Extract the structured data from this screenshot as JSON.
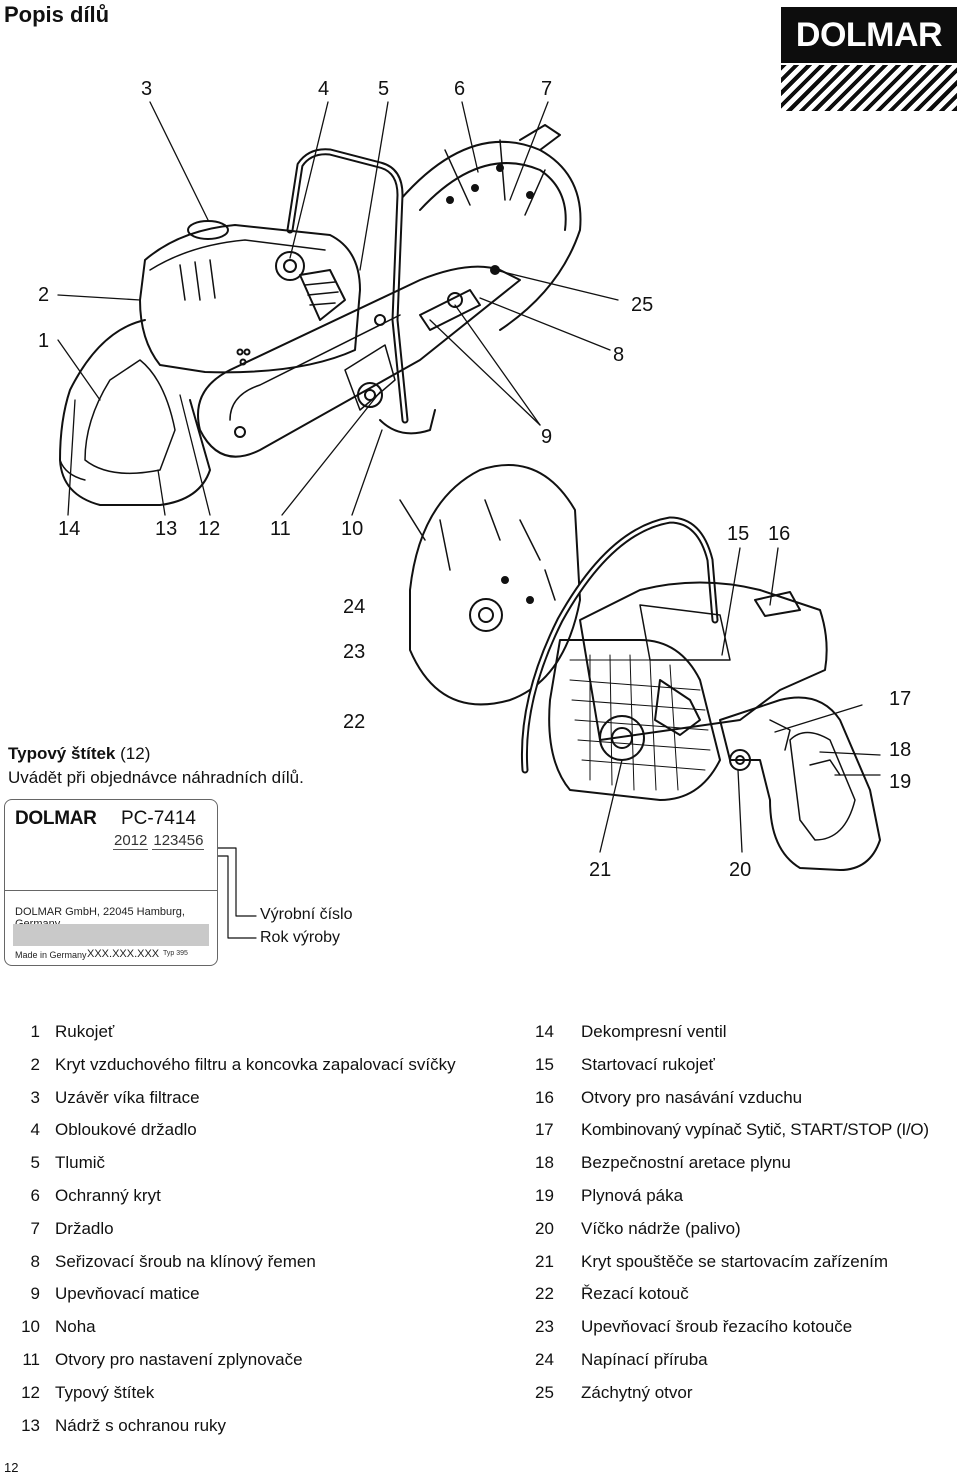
{
  "page": {
    "title": "Popis dílů",
    "page_number": "12"
  },
  "brand": {
    "logo_text": "DOLMAR"
  },
  "callouts": {
    "c1": "1",
    "c2": "2",
    "c3": "3",
    "c4": "4",
    "c5": "5",
    "c6": "6",
    "c7": "7",
    "c8": "8",
    "c9": "9",
    "c10": "10",
    "c11": "11",
    "c12": "12",
    "c13": "13",
    "c14": "14",
    "c15": "15",
    "c16": "16",
    "c17": "17",
    "c18": "18",
    "c19": "19",
    "c20": "20",
    "c21": "21",
    "c22": "22",
    "c23": "23",
    "c24": "24",
    "c25": "25"
  },
  "type_plate": {
    "heading": "Typový štítek",
    "heading_ref": "(12)",
    "subheading": "Uvádět při objednávce náhradních dílů.",
    "brand": "DOLMAR",
    "model": "PC-7414",
    "year": "2012",
    "serial": "123456",
    "address": "DOLMAR GmbH, 22045 Hamburg, Germany",
    "made_in": "Made in Germany",
    "code": "XXX.XXX.XXX",
    "typ": "Typ 395",
    "label_serial": "Výrobní číslo",
    "label_year": "Rok výroby"
  },
  "legend_left": [
    {
      "num": "1",
      "text": "Rukojeť"
    },
    {
      "num": "2",
      "text": "Kryt vzduchového filtru a koncovka zapalovací svíčky"
    },
    {
      "num": "3",
      "text": "Uzávěr víka filtrace"
    },
    {
      "num": "4",
      "text": "Obloukové držadlo"
    },
    {
      "num": "5",
      "text": "Tlumič"
    },
    {
      "num": "6",
      "text": "Ochranný kryt"
    },
    {
      "num": "7",
      "text": "Držadlo"
    },
    {
      "num": "8",
      "text": "Seřizovací šroub na klínový řemen"
    },
    {
      "num": "9",
      "text": "Upevňovací matice"
    },
    {
      "num": "10",
      "text": "Noha"
    },
    {
      "num": "11",
      "text": "Otvory pro nastavení zplynovače"
    },
    {
      "num": "12",
      "text": "Typový štítek"
    },
    {
      "num": "13",
      "text": "Nádrž s ochranou ruky"
    }
  ],
  "legend_right": [
    {
      "num": "14",
      "text": "Dekompresní ventil"
    },
    {
      "num": "15",
      "text": "Startovací rukojeť"
    },
    {
      "num": "16",
      "text": "Otvory pro nasávání vzduchu"
    },
    {
      "num": "17",
      "text": "Kombinovaný vypínač Sytič, START/STOP (I/O)"
    },
    {
      "num": "18",
      "text": "Bezpečnostní aretace plynu"
    },
    {
      "num": "19",
      "text": "Plynová páka"
    },
    {
      "num": "20",
      "text": "Víčko nádrže (palivo)"
    },
    {
      "num": "21",
      "text": "Kryt spouštěče se startovacím zařízením"
    },
    {
      "num": "22",
      "text": "Řezací kotouč"
    },
    {
      "num": "23",
      "text": "Upevňovací šroub řezacího kotouče"
    },
    {
      "num": "24",
      "text": "Napínací příruba"
    },
    {
      "num": "25",
      "text": "Záchytný otvor"
    }
  ]
}
